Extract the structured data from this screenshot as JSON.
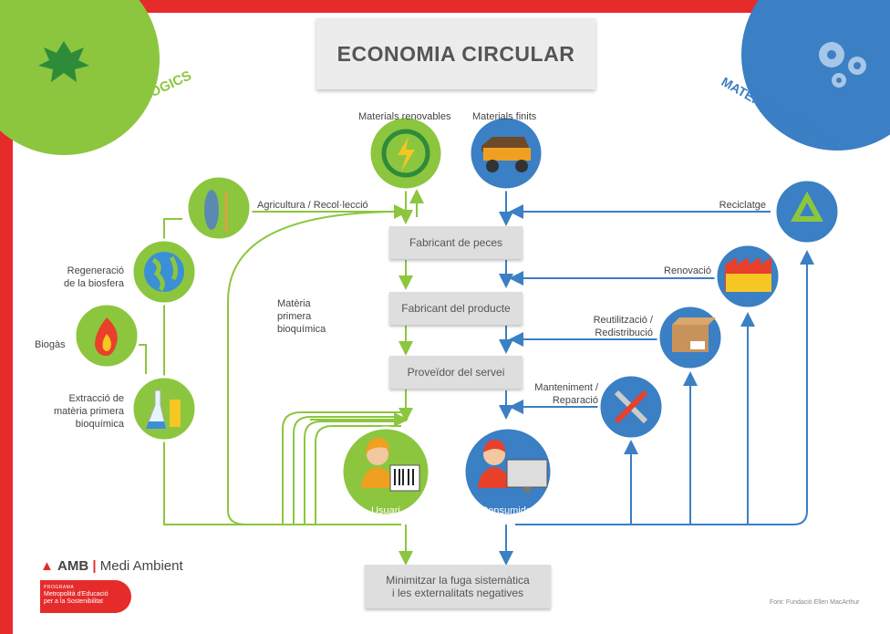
{
  "title": "ECONOMIA CIRCULAR",
  "corner": {
    "bio": "MATERIALS BIOLÒGICS",
    "tech": "MATERIALS TÈCNICS"
  },
  "process": [
    "Fabricant de peces",
    "Fabricant del producte",
    "Proveïdor del servei"
  ],
  "bottom_box": [
    "Minimitzar la fuga sistemàtica",
    "i les externalitats negatives"
  ],
  "labels": {
    "renewable": "Materials renovables",
    "finite": "Materials finits",
    "agriculture": "Agricultura / Recol·lecció",
    "regeneration": [
      "Regeneració",
      "de la biosfera"
    ],
    "biogas": "Biogàs",
    "extraction": [
      "Extracció de",
      "matèria primera",
      "bioquímica"
    ],
    "biochemical": [
      "Matèria",
      "primera",
      "bioquímica"
    ],
    "recycling": "Reciclatge",
    "renovation": "Renovació",
    "reuse": [
      "Reutilització /",
      "Redistribució"
    ],
    "maintenance": [
      "Manteniment /",
      "Reparació"
    ],
    "user": "Usuari",
    "consumer": "Consumidor"
  },
  "brand": {
    "amb": "AMB",
    "medi": "Medi Ambient",
    "program_tag": "PROGRAMA",
    "program": [
      "Metropolità d'Educació",
      "per a la Sostenibilitat"
    ]
  },
  "source": "Font: Fundació Ellen MacArthur",
  "colors": {
    "frame": "#e62b2b",
    "bio": "#8cc63f",
    "tech": "#3b7fc4",
    "box": "#dedede"
  }
}
